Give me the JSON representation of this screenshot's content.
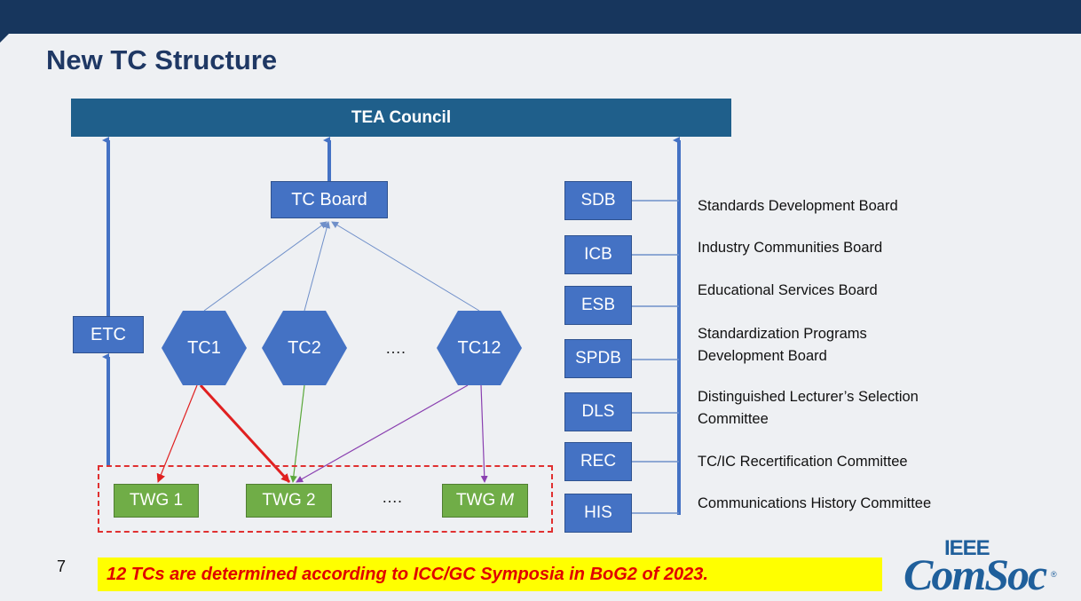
{
  "title": "New TC Structure",
  "council": "TEA Council",
  "tc_board": "TC  Board",
  "etc": "ETC",
  "tcs": [
    "TC1",
    "TC2",
    "TC12"
  ],
  "ellipsis": "….",
  "twgs": {
    "twg1": "TWG 1",
    "twg2": "TWG 2",
    "twgm_prefix": "TWG",
    "twgm_name": "M"
  },
  "boards": [
    {
      "abbr": "SDB",
      "name": "Standards Development Board"
    },
    {
      "abbr": "ICB",
      "name": "Industry Communities Board"
    },
    {
      "abbr": "ESB",
      "name": "Educational Services Board"
    },
    {
      "abbr": "SPDB",
      "name": "Standardization Programs Development Board"
    },
    {
      "abbr": "DLS",
      "name": "Distinguished Lecturer’s Selection Committee"
    },
    {
      "abbr": "REC",
      "name": "TC/IC Recertification Committee"
    },
    {
      "abbr": "HIS",
      "name": "Communications History Committee"
    }
  ],
  "page_number": "7",
  "note": "12 TCs are determined according to ICC/GC Symposia in BoG2  of 2023.",
  "logo": {
    "ieee": "IEEE",
    "comsoc": "ComSoc",
    "reg": "®"
  },
  "colors": {
    "navy": "#17365d",
    "node_blue": "#4472c4",
    "twg_green": "#70ad47",
    "highlight": "#ffff00",
    "note_red": "#e00000"
  }
}
